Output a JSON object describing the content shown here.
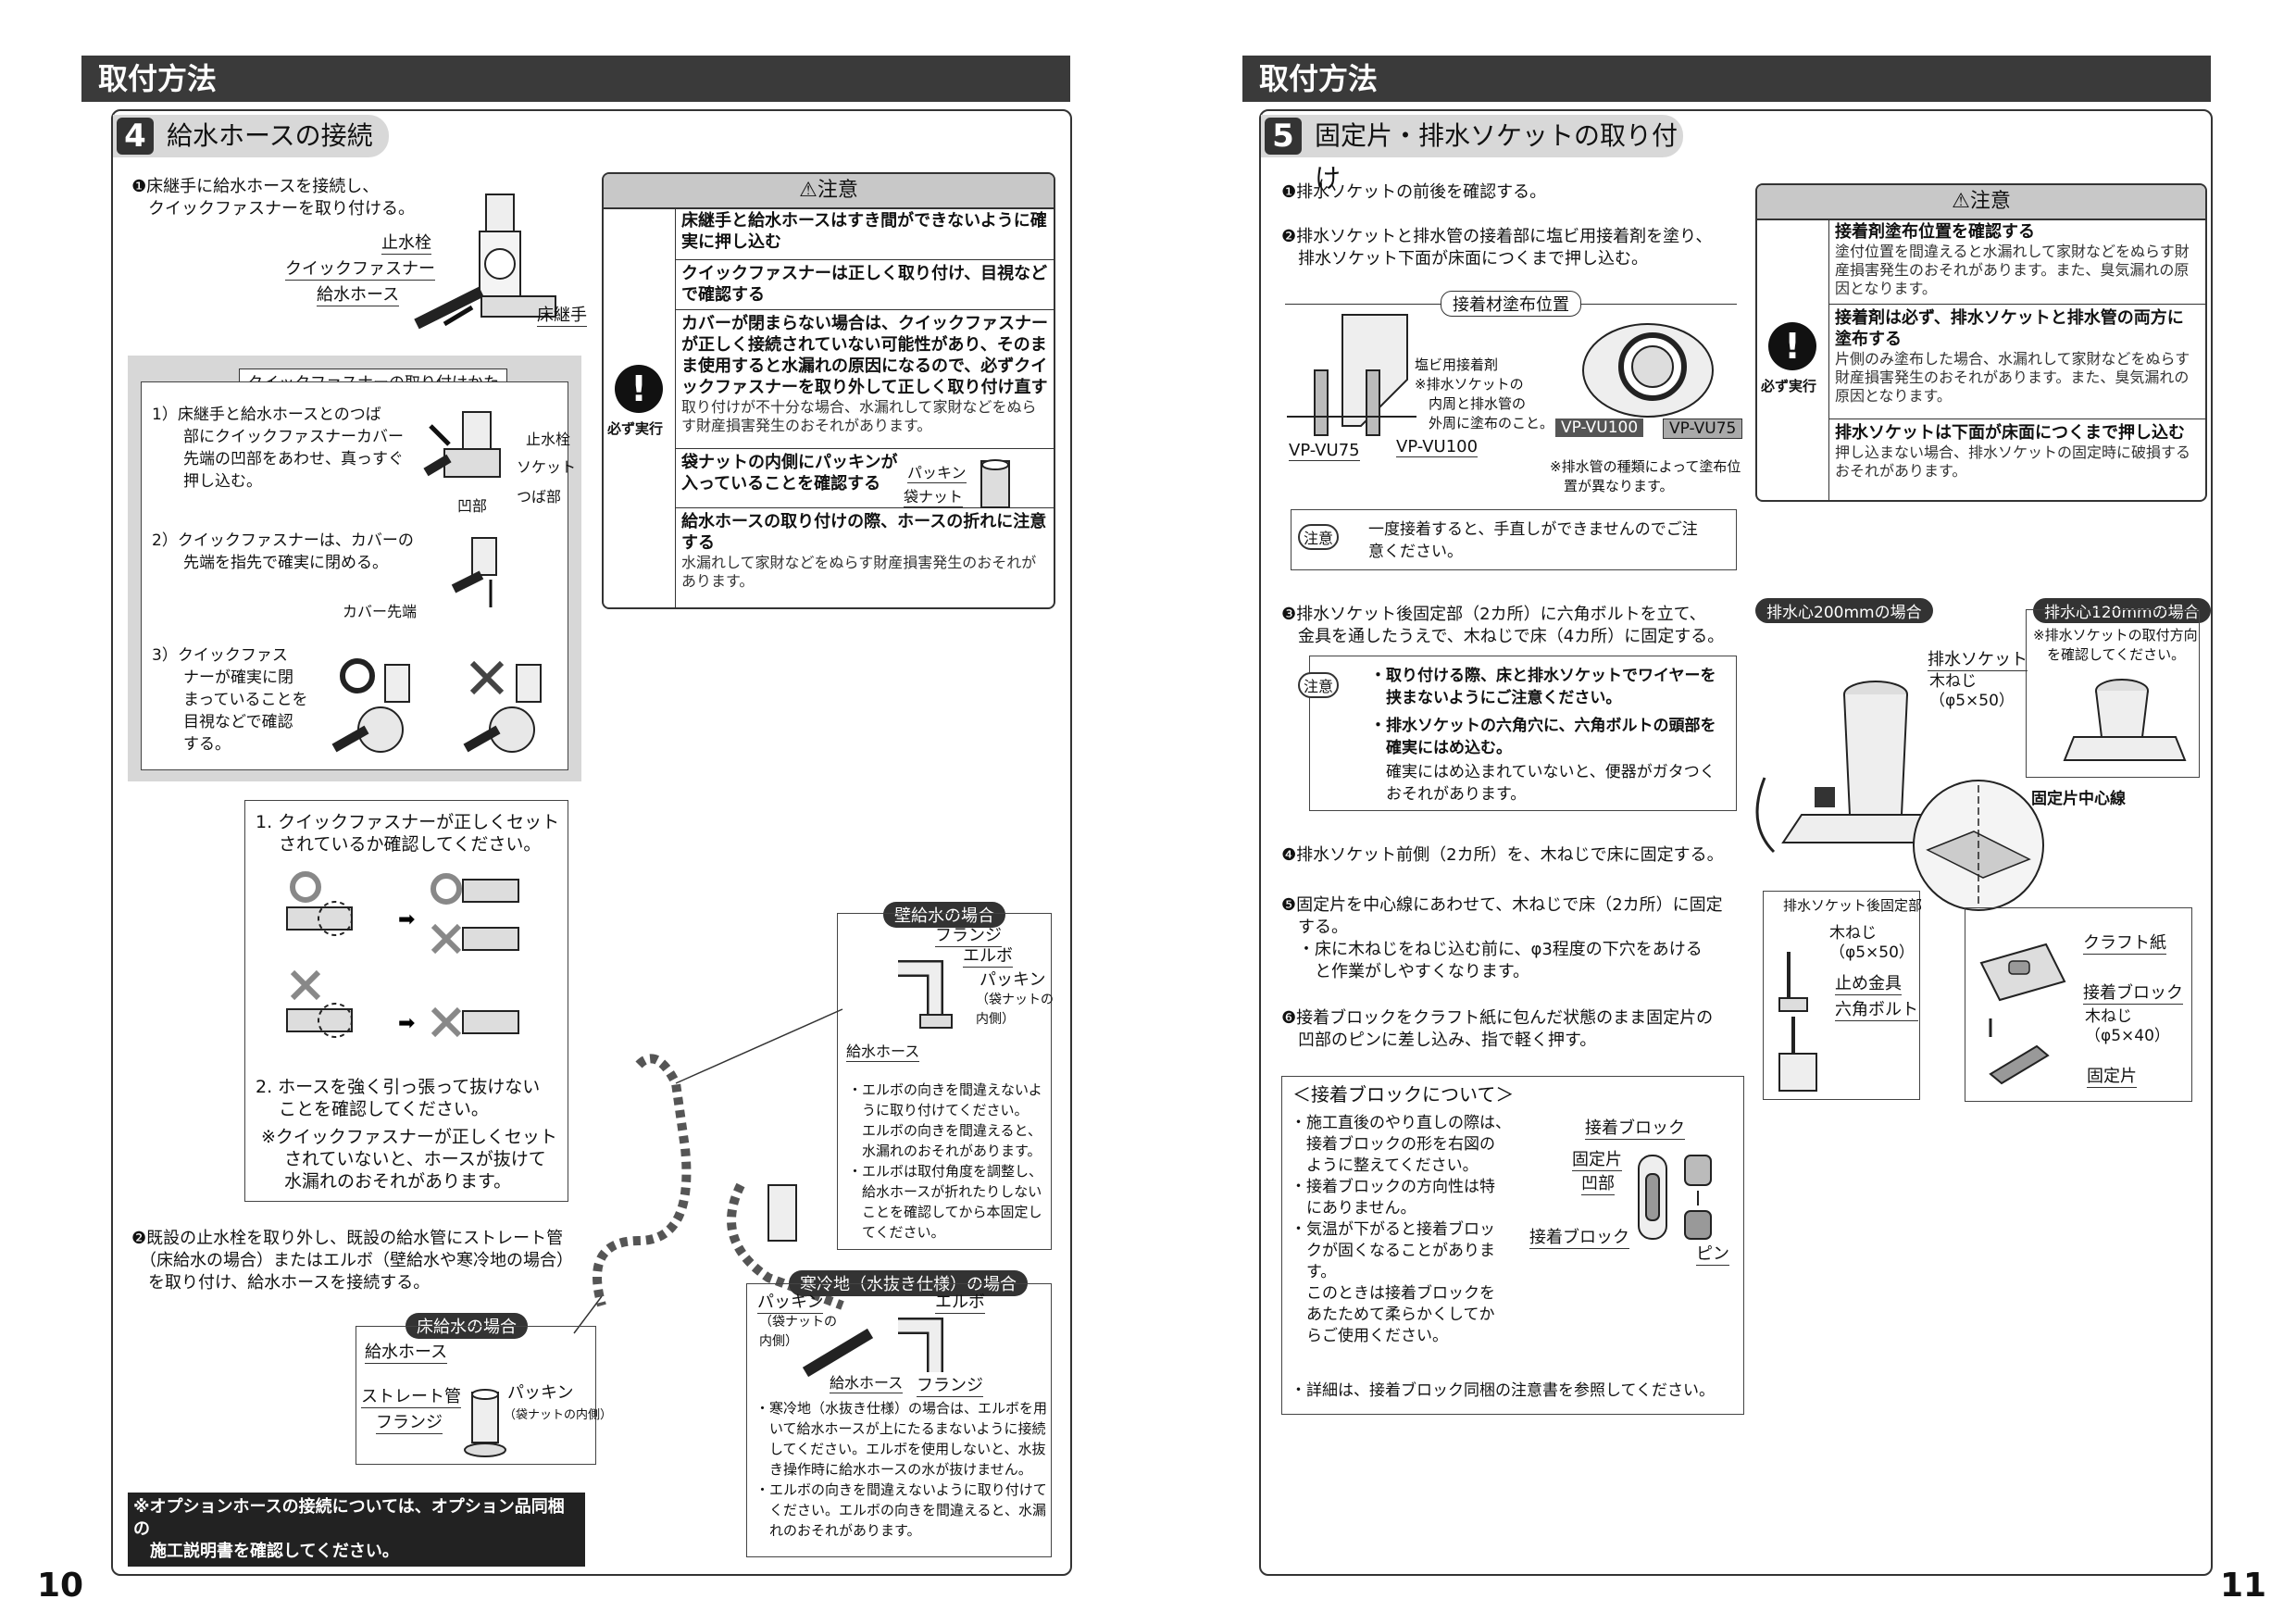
{
  "left": {
    "header": "取付方法",
    "page_number": "10",
    "section": {
      "num": "4",
      "title": "給水ホースの接続"
    },
    "step1": "❶床継手に給水ホースを接続し、\n　クイックファスナーを取り付ける。",
    "labels": {
      "stopcock": "止水栓",
      "quick_fastener": "クイックファスナー",
      "hose": "給水ホース",
      "floor_joint": "床継手"
    },
    "howto": {
      "title": "クイックファスナーの取り付けかた",
      "s1": "1）床継手と給水ホースとのつば\n　　部にクイックファスナーカバー\n　　先端の凹部をあわせ、真っすぐ\n　　押し込む。",
      "s1_labels": {
        "stopcock": "止水栓",
        "socket": "ソケット",
        "flange": "つば部",
        "recess": "凹部"
      },
      "s2": "2）クイックファスナーは、カバーの\n　　先端を指先で確実に閉める。",
      "s2_label": "カバー先端",
      "s3": "3）クイックファス\n　　ナーが確実に閉\n　　まっていることを\n　　目視などで確認\n　　する。"
    },
    "check": {
      "c1": "1. クイックファスナーが正しくセット\n　 されているか確認してください。",
      "c2": "2. ホースを強く引っ張って抜けない\n　 ことを確認してください。",
      "c3": "※クイックファスナーが正しくセット\n　 されていないと、ホースが抜けて\n　 水漏れのおそれがあります。"
    },
    "caution": {
      "title": "注意",
      "must": "必ず実行",
      "rows": [
        {
          "bold": "床継手と給水ホースはすき間ができないように確実に押し込む",
          "text": ""
        },
        {
          "bold": "クイックファスナーは正しく取り付け、目視などで確認する",
          "text": ""
        },
        {
          "bold": "カバーが閉まらない場合は、クイックファスナーが正しく接続されていない可能性があり、そのまま使用すると水漏れの原因になるので、必ずクイックファスナーを取り外して正しく取り付け直す",
          "text": "取り付けが不十分な場合、水漏れして家財などをぬらす財産損害発生のおそれがあります。"
        },
        {
          "bold": "袋ナットの内側にパッキンが入っていることを確認する",
          "text": ""
        },
        {
          "bold": "給水ホースの取り付けの際、ホースの折れに注意する",
          "text": "水漏れして家財などをぬらす財産損害発生のおそれがあります。"
        }
      ],
      "row4_labels": {
        "packing": "パッキン",
        "nut": "袋ナット"
      }
    },
    "step2": "❷既設の止水栓を取り外し、既設の給水管にストレート管\n　（床給水の場合）またはエルボ（壁給水や寒冷地の場合）\n　を取り付け、給水ホースを接続する。",
    "wall": {
      "title": "壁給水の場合",
      "labels": {
        "flange": "フランジ",
        "elbow": "エルボ",
        "packing": "パッキン",
        "packing_note": "（袋ナットの\n内側）",
        "hose": "給水ホース"
      },
      "notes": "・エルボの向きを間違えないよ\n　うに取り付けてください。\n　エルボの向きを間違えると、\n　水漏れのおそれがあります。\n・エルボは取付角度を調整し、\n　給水ホースが折れたりしない\n　ことを確認してから本固定し\n　てください。"
    },
    "floor": {
      "title": "床給水の場合",
      "labels": {
        "hose": "給水ホース",
        "straight": "ストレート管",
        "flange": "フランジ",
        "packing": "パッキン",
        "packing_note": "（袋ナットの内側）"
      }
    },
    "cold": {
      "title": "寒冷地（水抜き仕様）の場合",
      "labels": {
        "packing": "パッキン",
        "packing_note": "（袋ナットの\n内側）",
        "elbow": "エルボ",
        "hose": "給水ホース",
        "flange": "フランジ"
      },
      "notes": "・寒冷地（水抜き仕様）の場合は、エルボを用\n　いて給水ホースが上にたるまないように接続\n　してください。エルボを使用しないと、水抜\n　き操作時に給水ホースの水が抜けません。\n・エルボの向きを間違えないように取り付けて\n　ください。エルボの向きを間違えると、水漏\n　れのおそれがあります。"
    },
    "option_note": "※オプションホースの接続については、オプション品同梱の\n　施工説明書を確認してください。"
  },
  "right": {
    "header": "取付方法",
    "page_number": "11",
    "section": {
      "num": "5",
      "title": "固定片・排水ソケットの取り付け"
    },
    "step1": "❶排水ソケットの前後を確認する。",
    "step2": "❷排水ソケットと排水管の接着部に塩ビ用接着剤を塗り、\n　排水ソケット下面が床面につくまで押し込む。",
    "adhesive": {
      "title": "接着材塗布位置",
      "note": "塩ビ用接着剤\n※排水ソケットの\n　内周と排水管の\n　外周に塗布のこと。",
      "vp75": "VP-VU75",
      "vp100": "VP-VU100",
      "pipe_note": "※排水管の種類によって塗布位\n　置が異なります。"
    },
    "chui_label": "注意",
    "chui1": "一度接着すると、手直しができませんのでご注\n意ください。",
    "step3": "❸排水ソケット後固定部（2カ所）に六角ボルトを立て、\n　金具を通したうえで、木ねじで床（4カ所）に固定する。",
    "chui2": {
      "b1": "・取り付ける際、床と排水ソケットでワイヤーを\n　挟まないようにご注意ください。",
      "b2": "・排水ソケットの六角穴に、六角ボルトの頭部を\n　確実にはめ込む。",
      "t2": "　確実にはめ込まれていないと、便器がガタつく\n　おそれがあります。"
    },
    "step4": "❹排水ソケット前側（2カ所）を、木ねじで床に固定する。",
    "step5": "❺固定片を中心線にあわせて、木ねじで床（2カ所）に固定\n　する。\n　・床に木ねじをねじ込む前に、φ3程度の下穴をあける\n　　と作業がしやすくなります。",
    "step6": "❻接着ブロックをクラフト紙に包んだ状態のまま固定片の\n　凹部のピンに差し込み、指で軽く押す。",
    "block": {
      "title": "＜接着ブロックについて＞",
      "notes": "・施工直後のやり直しの際は、\n　接着ブロックの形を右図の\n　ように整えてください。\n・接着ブロックの方向性は特\n　にありません。\n・気温が下がると接着ブロッ\n　クが固くなることがありま\n　す。\n　このときは接着ブロックを\n　あたためて柔らかくしてか\n　らご使用ください。",
      "footer": "・詳細は、接着ブロック同梱の注意書を参照してください。",
      "labels": {
        "block": "接着ブロック",
        "fix": "固定片",
        "recess": "凹部",
        "block2": "接着ブロック",
        "pin": "ピン"
      }
    },
    "diag": {
      "d200": "排水心200mmの場合",
      "d120": "排水心120mmの場合",
      "d120_note": "※排水ソケットの取付方向\n　を確認してください。",
      "socket": "排水ソケット",
      "screw": "木ねじ\n（φ5×50）",
      "center": "固定片中心線",
      "rear": "排水ソケット後固定部",
      "rear_screw": "木ねじ\n（φ5×50）",
      "bracket": "止め金具",
      "bolt": "六角ボルト",
      "kraft": "クラフト紙",
      "block": "接着ブロック",
      "screw2": "木ねじ\n（φ5×40）",
      "fix": "固定片"
    },
    "caution": {
      "title": "注意",
      "must": "必ず実行",
      "rows": [
        {
          "bold": "接着剤塗布位置を確認する",
          "text": "塗付位置を間違えると水漏れして家財などをぬらす財産損害発生のおそれがあります。また、臭気漏れの原因となります。"
        },
        {
          "bold": "接着剤は必ず、排水ソケットと排水管の両方に塗布する",
          "text": "片側のみ塗布した場合、水漏れして家財などをぬらす財産損害発生のおそれがあります。また、臭気漏れの原因となります。"
        },
        {
          "bold": "排水ソケットは下面が床面につくまで押し込む",
          "text": "押し込まない場合、排水ソケットの固定時に破損するおそれがあります。"
        }
      ]
    }
  }
}
